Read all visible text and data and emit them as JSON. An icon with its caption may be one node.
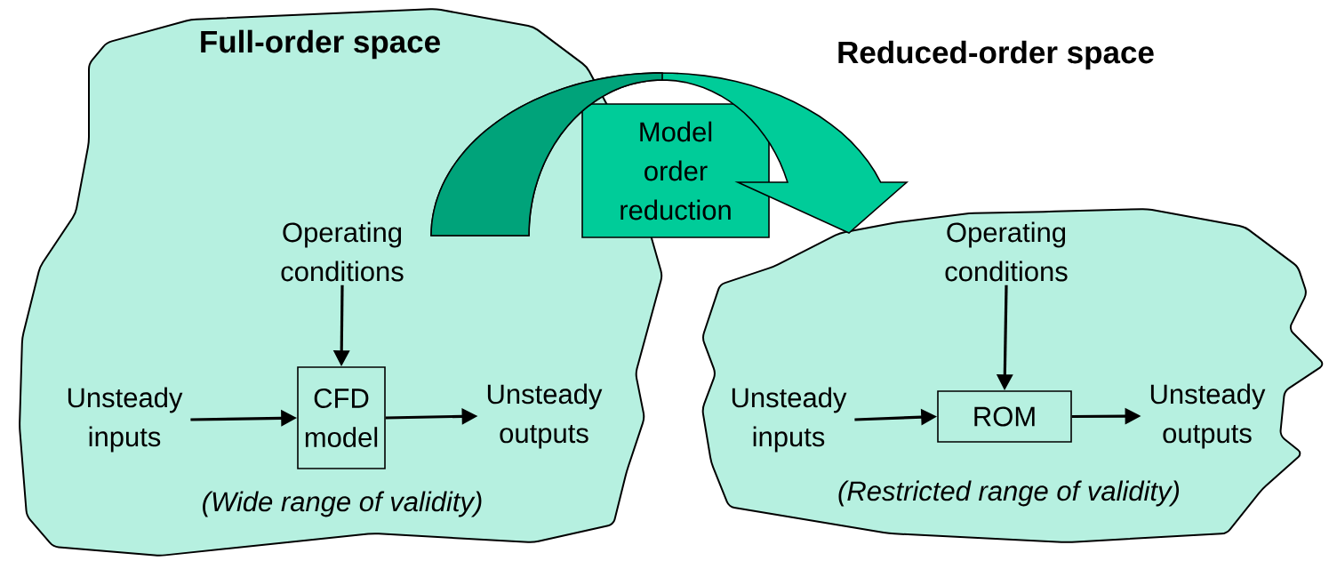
{
  "diagram": {
    "nodes": [
      {
        "text": [
          "Full-order space",
          "(Wide range of validity)"
        ]
      },
      {
        "text": [
          "Operating conditions"
        ],
        "in": 0
      },
      {
        "text": [
          "Unsteady inputs"
        ],
        "in": 0
      },
      {
        "text": [
          "CFD model"
        ],
        "in": 0
      },
      {
        "text": [
          "Unsteady outputs"
        ],
        "in": 0
      },
      {
        "text": [
          "(Restricted range of validity)"
        ]
      },
      {
        "text": [
          "Operating conditions"
        ],
        "in": 5
      },
      {
        "text": [
          "Unsteady inputs"
        ],
        "in": 5
      },
      {
        "text": [
          "ROM"
        ],
        "in": 5
      },
      {
        "text": [
          "Unsteady outputs"
        ],
        "in": 5
      },
      {
        "text": [
          "Model order reduction"
        ]
      }
    ],
    "edges": [
      {
        "from": 0,
        "to": 5,
        "arrow": "to",
        "style": "thick",
        "color": "#00cc99"
      },
      {
        "from": 1,
        "to": 3,
        "arrow": "to"
      },
      {
        "from": 2,
        "to": 3,
        "arrow": "to"
      },
      {
        "from": 3,
        "to": 4,
        "arrow": "to"
      },
      {
        "from": 6,
        "to": 8,
        "arrow": "to"
      },
      {
        "from": 7,
        "to": 8,
        "arrow": "to"
      },
      {
        "from": 8,
        "to": 9,
        "arrow": "to"
      }
    ],
    "labels": [
      "Reduced-order space"
    ]
  }
}
